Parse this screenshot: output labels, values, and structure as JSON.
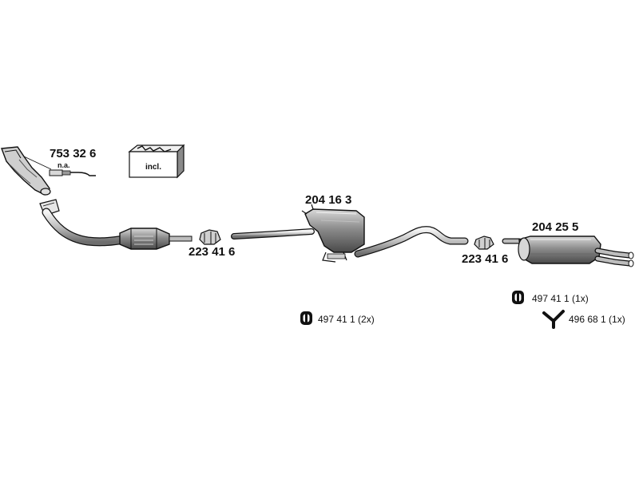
{
  "parts": {
    "sensor": "753 32 6",
    "sensor_note": "n.a.",
    "kit_label": "incl.",
    "clamp_left": "223 41 6",
    "middle_silencer": "204 16 3",
    "clamp_right": "223 41 6",
    "rear_silencer": "204 25 5",
    "hanger_middle": "497 41 1 (2x)",
    "hanger_rear": "497 41 1 (1x)",
    "holder_rear": "496 68 1 (1x)"
  },
  "colors": {
    "line": "#111111",
    "shade": "#9a9a9a",
    "light": "#e6e6e6",
    "dark": "#5a5a5a"
  },
  "icons": [
    "hanger-ring-icon",
    "y-holder-icon",
    "mounting-kit-icon"
  ]
}
